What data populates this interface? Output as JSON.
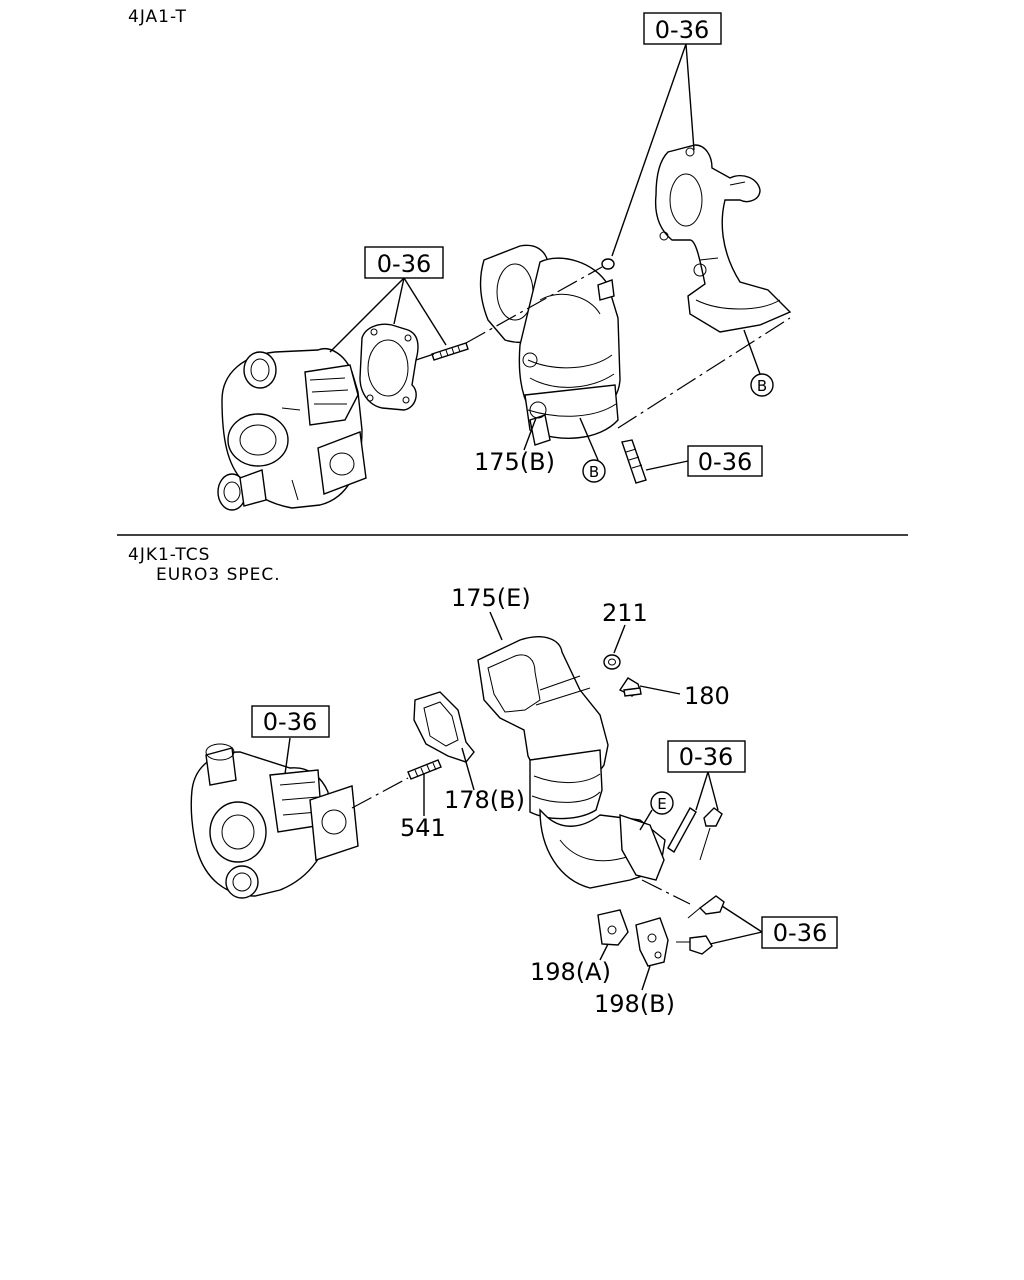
{
  "sections": [
    {
      "title": "4JA1-T",
      "subtitle": ""
    },
    {
      "title": "4JK1-TCS",
      "subtitle": "EURO3 SPEC."
    }
  ],
  "callouts": {
    "ref_top_1": "0-36",
    "ref_top_2": "0-36",
    "ref_top_3": "0-36",
    "ref_bot_1": "0-36",
    "ref_bot_2": "0-36",
    "ref_bot_3": "0-36",
    "part_175b": "175(B)",
    "part_175e": "175(E)",
    "part_211": "211",
    "part_180": "180",
    "part_541": "541",
    "part_178b": "178(B)",
    "part_198a": "198(A)",
    "part_198b": "198(B)"
  },
  "circle_markers": {
    "b1": "B",
    "b2": "B",
    "e1": "E"
  }
}
